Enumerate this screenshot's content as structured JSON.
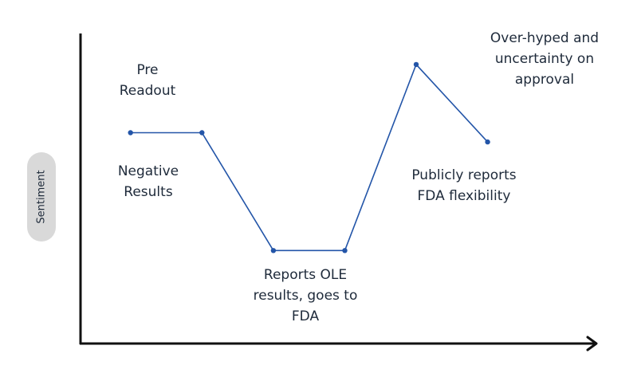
{
  "chart_data": {
    "type": "line",
    "title": "",
    "xlabel": "",
    "ylabel": "Sentiment",
    "points": [
      {
        "x": 1,
        "y": 68
      },
      {
        "x": 2,
        "y": 68
      },
      {
        "x": 3,
        "y": 30
      },
      {
        "x": 4,
        "y": 30
      },
      {
        "x": 5,
        "y": 90
      },
      {
        "x": 6,
        "y": 65
      }
    ],
    "xlim": [
      0.3,
      7.5
    ],
    "ylim": [
      0,
      100
    ],
    "grid": false,
    "axis_arrow": true,
    "line_color": "#2355a8",
    "annotations": [
      {
        "lines": [
          "Pre",
          "Readout"
        ]
      },
      {
        "lines": [
          "Negative",
          "Results"
        ]
      },
      {
        "lines": [
          "Reports OLE",
          "results, goes to",
          "FDA"
        ]
      },
      {
        "lines": [
          "Publicly reports",
          "FDA flexibility"
        ]
      },
      {
        "lines": [
          "Over-hyped and",
          "uncertainty on",
          "approval"
        ]
      }
    ]
  }
}
